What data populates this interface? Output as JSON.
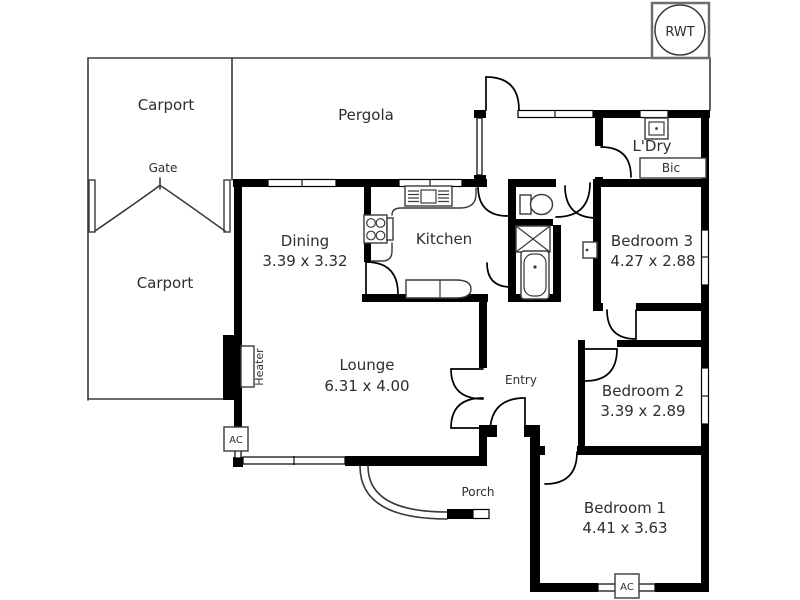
{
  "meta": {
    "type": "residential-floorplan",
    "colors": {
      "background": "#ffffff",
      "walls": "#000000",
      "lines": "#3a3a3a",
      "text": "#2e2e2e"
    }
  },
  "rooms": {
    "carport_upper": {
      "label": "Carport"
    },
    "carport_lower": {
      "label": "Carport"
    },
    "pergola": {
      "label": "Pergola"
    },
    "dining": {
      "label": "Dining",
      "dims": "3.39 x 3.32"
    },
    "kitchen": {
      "label": "Kitchen"
    },
    "laundry": {
      "label": "L'Dry"
    },
    "bedroom3": {
      "label": "Bedroom 3",
      "dims": "4.27 x 2.88"
    },
    "lounge": {
      "label": "Lounge",
      "dims": "6.31 x 4.00"
    },
    "entry": {
      "label": "Entry"
    },
    "bedroom2": {
      "label": "Bedroom 2",
      "dims": "3.39 x 2.89"
    },
    "bedroom1": {
      "label": "Bedroom 1",
      "dims": "4.41 x 3.63"
    },
    "porch": {
      "label": "Porch"
    }
  },
  "features": {
    "gate": {
      "label": "Gate"
    },
    "rainwater_tank": {
      "label": "RWT"
    },
    "built_in_cupboard": {
      "label": "Bic"
    },
    "heater": {
      "label": "Heater"
    },
    "air_conditioner": {
      "label": "AC"
    }
  },
  "fixtures": [
    "kitchen-sink",
    "stove-cooktop",
    "kitchen-bench",
    "toilet",
    "shower",
    "bathtub",
    "laundry-trough",
    "linen-cupboard",
    "rainwater-tank",
    "heater",
    "air-conditioner"
  ]
}
